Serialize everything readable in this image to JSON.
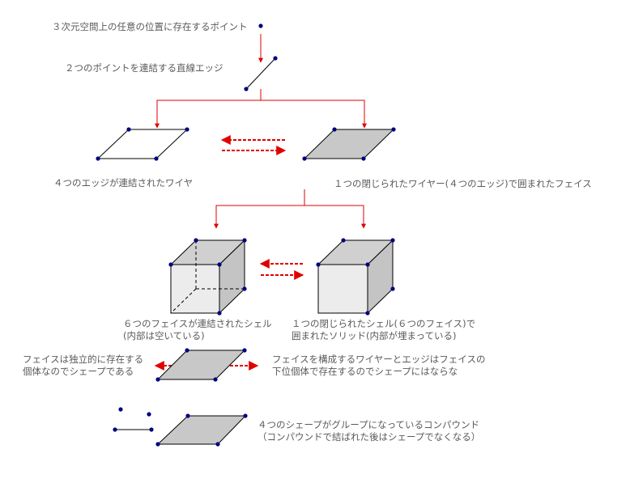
{
  "labels": {
    "point": "３次元空間上の任意の位置に存在するポイント",
    "edge": "２つのポイントを連結する直線エッジ",
    "wire": "４つのエッジが連結されたワイヤ",
    "face": "１つの閉じられたワイヤー(４つのエッジ)で囲まれたフェイス",
    "shell_1": "６つのフェイスが連結されたシェル",
    "shell_2": "(内部は空いている)",
    "solid_1": "１つの閉じられたシェル(６つのフェイス)で",
    "solid_2": "囲まれたソリッド(内部が埋まっている)",
    "face_left_1": "フェイスは独立的に存在する",
    "face_left_2": "個体なのでシェープである",
    "face_right_1": "フェイスを構成するワイヤーとエッジはフェイスの",
    "face_right_2": "下位個体で存在するのでシェープにはならな",
    "compound_1": "４つのシェープがグループになっているコンパウンド",
    "compound_2": "（コンパウンドで結ばれた後はシェープでなくなる）"
  },
  "colors": {
    "arrow": "#e00000",
    "vertex": "#000080",
    "face_fill": "#c8c8c8",
    "cube_front": "#ececec",
    "cube_top": "#d0d0d0",
    "cube_side": "#c4c4c4",
    "line": "#000000"
  }
}
